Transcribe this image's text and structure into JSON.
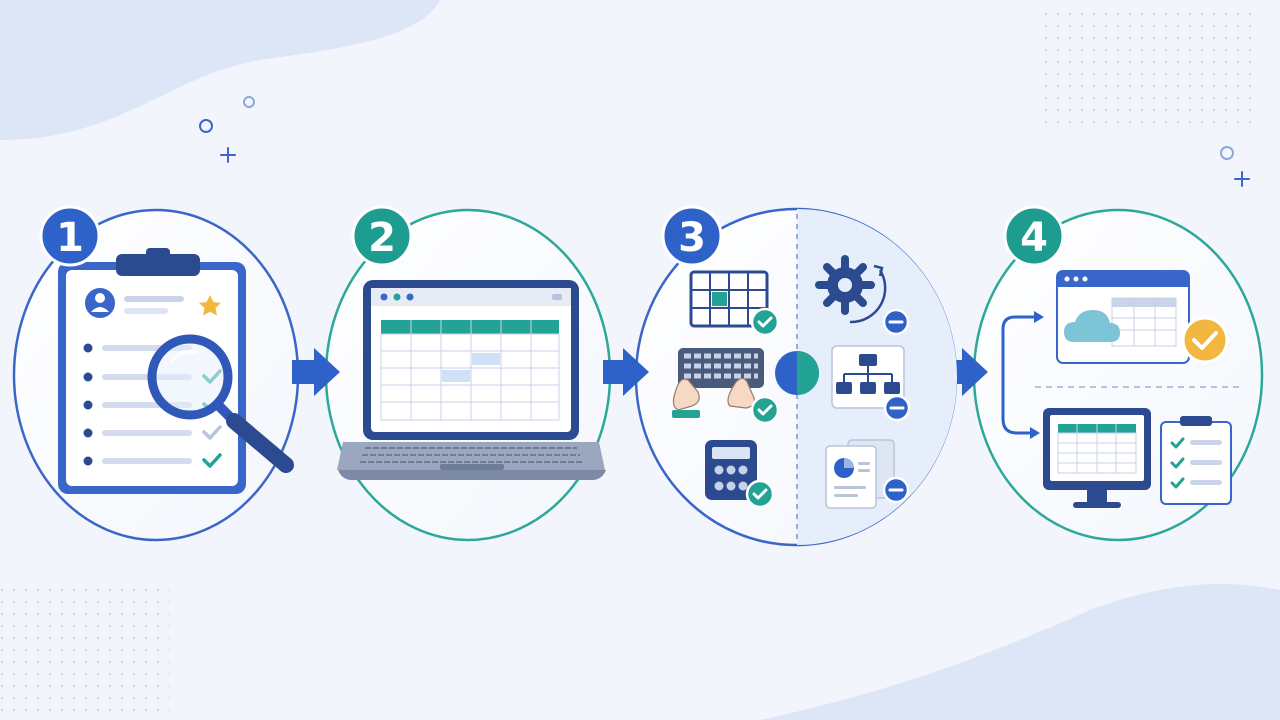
{
  "steps": [
    {
      "number": "1",
      "badge_color": "#2f62c8",
      "ring_color": "#3a66c9",
      "icon": "clipboard-review-icon"
    },
    {
      "number": "2",
      "badge_color": "#1f9c90",
      "ring_color": "#2ba89a",
      "icon": "laptop-spreadsheet-icon"
    },
    {
      "number": "3",
      "badge_color": "#2f62c8",
      "ring_color": "#3a66c9",
      "icon": "split-tasks-icon"
    },
    {
      "number": "4",
      "badge_color": "#1f9c90",
      "ring_color": "#2ba89a",
      "icon": "cloud-sync-icon"
    }
  ],
  "colors": {
    "background": "#f2f5fb",
    "primary_blue": "#2f62c8",
    "teal": "#22a393",
    "navy": "#2b4a8f",
    "check_green": "#22a393",
    "star_gold": "#f3b63f"
  },
  "step3": {
    "left_items": [
      "grid-check-icon",
      "keyboard-typing-icon",
      "calculator-icon"
    ],
    "right_items": [
      "gear-refresh-icon",
      "org-chart-icon",
      "report-document-icon"
    ]
  }
}
